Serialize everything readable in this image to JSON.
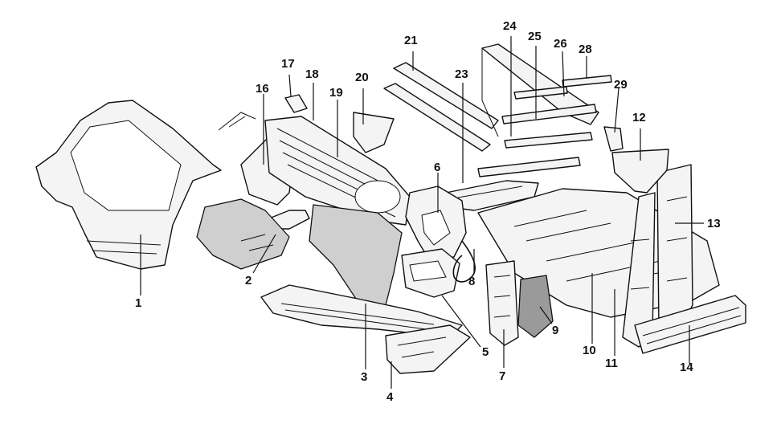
{
  "diagram": {
    "callouts": [
      {
        "id": "1",
        "label": "1"
      },
      {
        "id": "2",
        "label": "2"
      },
      {
        "id": "3",
        "label": "3"
      },
      {
        "id": "4",
        "label": "4"
      },
      {
        "id": "5",
        "label": "5"
      },
      {
        "id": "6",
        "label": "6"
      },
      {
        "id": "7",
        "label": "7"
      },
      {
        "id": "8",
        "label": "8"
      },
      {
        "id": "9",
        "label": "9"
      },
      {
        "id": "10",
        "label": "10"
      },
      {
        "id": "11",
        "label": "11"
      },
      {
        "id": "12",
        "label": "12"
      },
      {
        "id": "13",
        "label": "13"
      },
      {
        "id": "14",
        "label": "14"
      },
      {
        "id": "16",
        "label": "16"
      },
      {
        "id": "17",
        "label": "17"
      },
      {
        "id": "18",
        "label": "18"
      },
      {
        "id": "19",
        "label": "19"
      },
      {
        "id": "20",
        "label": "20"
      },
      {
        "id": "21",
        "label": "21"
      },
      {
        "id": "23",
        "label": "23"
      },
      {
        "id": "24",
        "label": "24"
      },
      {
        "id": "25",
        "label": "25"
      },
      {
        "id": "26",
        "label": "26"
      },
      {
        "id": "28",
        "label": "28"
      },
      {
        "id": "29",
        "label": "29"
      }
    ]
  }
}
